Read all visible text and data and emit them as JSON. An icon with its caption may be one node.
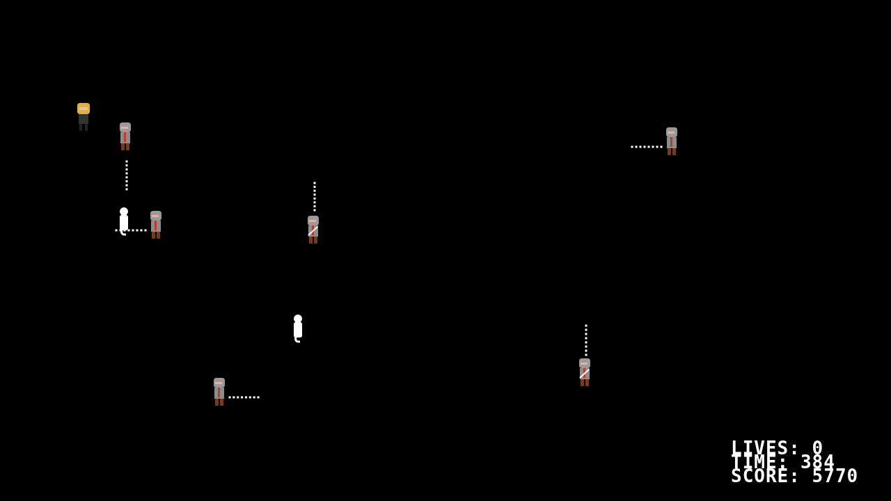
{
  "diagram": {
    "labels": [
      "LIVES: 0",
      "TIME: 384",
      "SCORE: 5770"
    ]
  }
}
